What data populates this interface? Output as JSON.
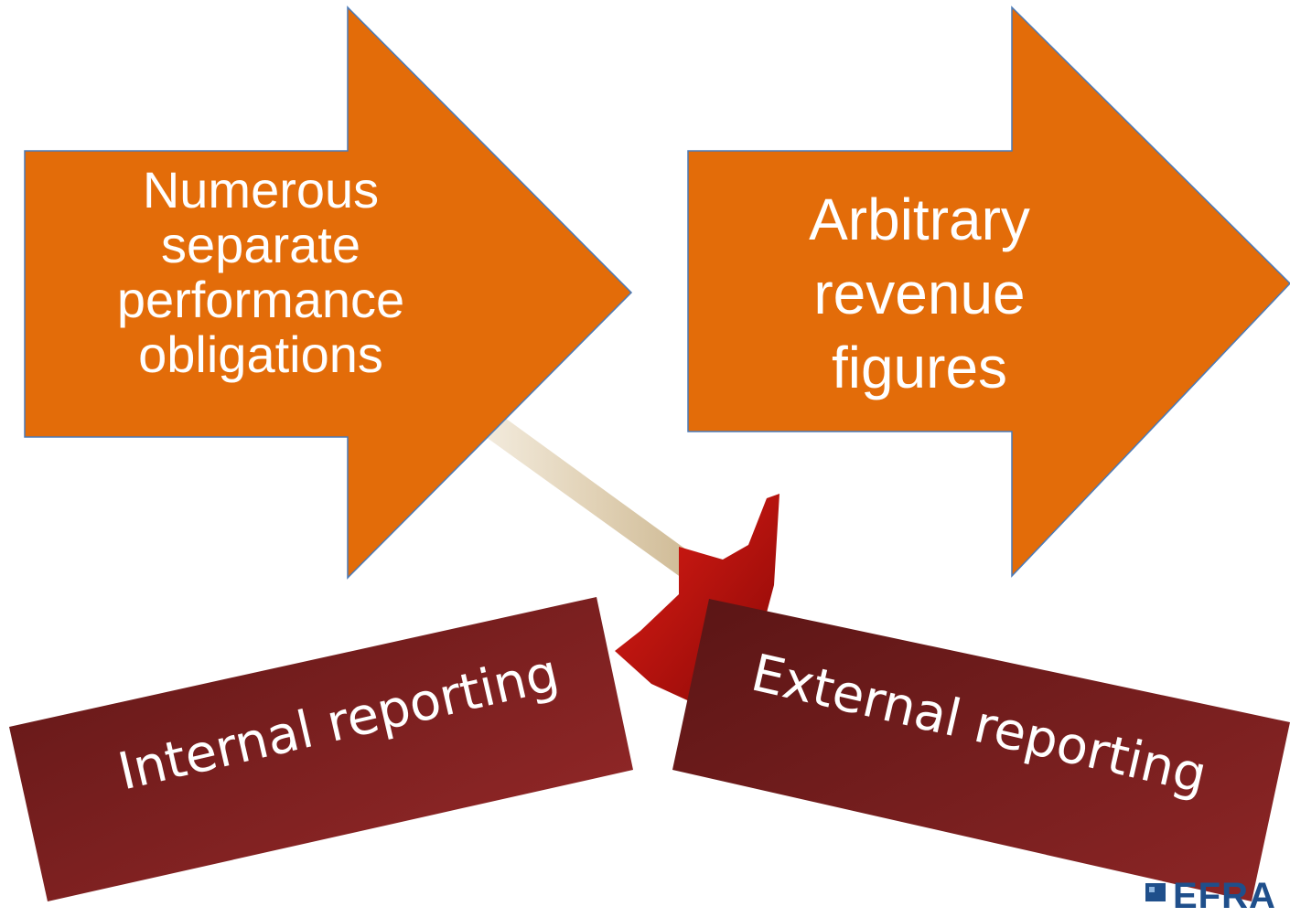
{
  "diagram": {
    "arrows": [
      {
        "text_lines": [
          "Numerous",
          "separate",
          "performance",
          "obligations"
        ],
        "color": "#e36c09"
      },
      {
        "text_lines": [
          "Arbitrary",
          "revenue",
          "figures"
        ],
        "color": "#e36c09"
      }
    ],
    "boxes": [
      {
        "label": "Internal reporting",
        "color": "#7a2020"
      },
      {
        "label": "External reporting",
        "color": "#7a2020"
      }
    ],
    "illustration": {
      "icon": "axe-icon",
      "head_color": "#c0100c",
      "handle_color": "#e8dcc8"
    },
    "logo": {
      "text": "EFRA",
      "icon": "logo-mark-icon",
      "color": "#1f4f8b"
    }
  }
}
